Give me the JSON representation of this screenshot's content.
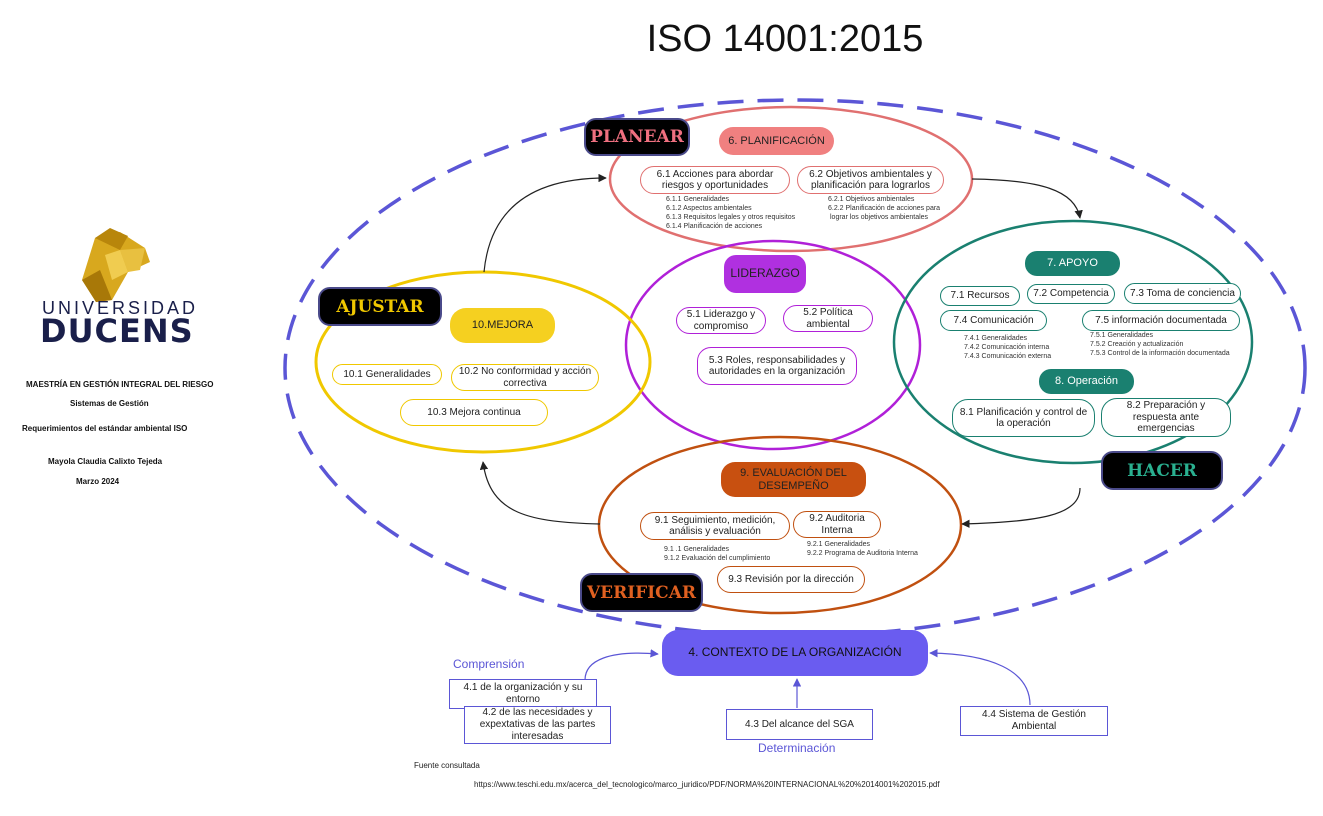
{
  "title": "ISO 14001:2015",
  "university": {
    "name_top": "UNIVERSIDAD",
    "name_bottom": "DUCENS",
    "lines": [
      "MAESTRÍA EN GESTIÓN INTEGRAL DEL RIESGO",
      "Sistemas de Gestión",
      "Requerimientos del estándar ambiental ISO",
      "Mayola Claudia Calixto Tejeda",
      "Marzo 2024"
    ]
  },
  "phases": {
    "planear": "PLANEAR",
    "hacer": "HACER",
    "verificar": "VERIFICAR",
    "ajustar": "AJUSTAR"
  },
  "planificacion": {
    "header": "6. PLANIFICACIÓN",
    "items": [
      "6.1 Acciones para abordar riesgos y oportunidades",
      "6.2 Objetivos ambientales y planificación para lograrlos"
    ],
    "sub61": [
      "6.1.1 Generalidades",
      "6.1.2 Aspectos ambientales",
      "6.1.3 Requisitos legales y otros requisitos",
      "6.1.4 Planificación de acciones"
    ],
    "sub62": [
      "6.2.1 Objetivos ambientales",
      "6.2.2 Planificación de acciones para",
      "lograr los objetivos ambientales"
    ]
  },
  "liderazgo": {
    "header": "LIDERAZGO",
    "items": [
      "5.1 Liderazgo y compromiso",
      "5.2 Política ambiental",
      "5.3 Roles, responsabilidades y autoridades en la organización"
    ]
  },
  "apoyo": {
    "header": "7. APOYO",
    "items": [
      "7.1 Recursos",
      "7.2 Competencia",
      "7.3 Toma de conciencia",
      "7.4 Comunicación",
      "7.5 información documentada"
    ],
    "sub74": [
      "7.4.1 Generalidades",
      "7.4.2 Comunicación interna",
      "7.4.3 Comunicación externa"
    ],
    "sub75": [
      "7.5.1 Generalidades",
      "7.5.2 Creación y actualización",
      "7.5.3 Control de la información documentada"
    ]
  },
  "operacion": {
    "header": "8. Operación",
    "items": [
      "8.1 Planificación y control de la operación",
      "8.2 Preparación y respuesta ante emergencias"
    ]
  },
  "evaluacion": {
    "header": "9. EVALUACIÓN DEL DESEMPEÑO",
    "items": [
      "9.1 Seguimiento, medición, análisis y evaluación",
      "9.2 Auditoria Interna",
      "9.3 Revisión por la dirección"
    ],
    "sub91": [
      "9.1 .1 Generalidades",
      "9.1.2 Evaluación del cumplimiento"
    ],
    "sub92": [
      "9.2.1 Generalidades",
      "9.2.2 Programa de Auditoria Interna"
    ]
  },
  "mejora": {
    "header": "10.MEJORA",
    "items": [
      "10.1  Generalidades",
      "10.2 No conformidad y acción correctiva",
      "10.3 Mejora continua"
    ]
  },
  "contexto": {
    "header": "4. CONTEXTO DE LA ORGANIZACIÓN",
    "label_comprension": "Comprensión",
    "label_determinacion": "Determinación",
    "items": [
      "4.1  de la organización y su entorno",
      "4.2  de las necesidades y expextativas de las partes interesadas",
      "4.3 Del alcance del SGA",
      "4.4 Sistema de Gestión Ambiental"
    ]
  },
  "source": {
    "label": "Fuente consultada",
    "url": "https://www.teschi.edu.mx/acerca_del_tecnologico/marco_juridico/PDF/NORMA%20INTERNACIONAL%20%2014001%202015.pdf"
  },
  "colors": {
    "dashed_ring": "#5b56d6",
    "planificacion": "#e07070",
    "planificacion_fill": "#f08080",
    "liderazgo": "#b020d8",
    "apoyo": "#1a8070",
    "mejora": "#f0c800",
    "evaluacion": "#c05010",
    "contexto_fill": "#6a5cf0",
    "planear_text": "#f07080",
    "hacer_text": "#2ab090",
    "verificar_text": "#e06020",
    "ajustar_text": "#f0c800"
  }
}
